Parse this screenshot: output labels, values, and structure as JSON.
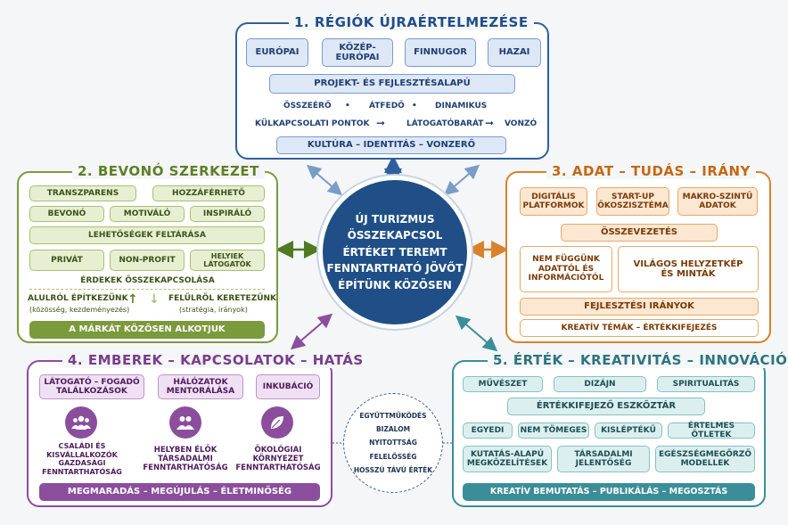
{
  "center": {
    "lines": [
      "ÚJ TURIZMUS",
      "ÖSSZEKAPCSOL",
      "ÉRTÉKET TEREMT",
      "FENNTARTHATÓ JÖVŐT",
      "ÉPÍTÜNK KÖZÖSEN"
    ]
  },
  "panel1": {
    "title": "1. RÉGIÓK ÚJRAÉRTELMEZÉSE",
    "regions": [
      "EURÓPAI",
      "KÖZÉP-\nEURÓPAI",
      "FINNUGOR",
      "HAZAI"
    ],
    "project": "PROJEKT- ÉS FEJLESZTÉSALAPÚ",
    "row1": [
      "ÖSSZEÉRŐ",
      "•",
      "ÁTFEDŐ",
      "•",
      "DINAMIKUS"
    ],
    "row2": [
      "KÜLKAPCSOLATI PONTOK",
      "LÁTOGATÓBARÁT",
      "VONZÓ"
    ],
    "culture": "KULTÚRA – IDENTITÁS – VONZERŐ"
  },
  "panel2": {
    "title": "2. BEVONÓ SZERKEZET",
    "r1": [
      "TRANSZPARENS",
      "HOZZÁFÉRHETŐ"
    ],
    "r2": [
      "BEVONÓ",
      "MOTIVÁLÓ",
      "INSPIRÁLÓ"
    ],
    "opportunities": "LEHETŐSÉGEK FELTÁRÁSA",
    "r3": [
      "PRIVÁT",
      "NON-PROFIT",
      "HELYIEK\nLÁTOGATÓK"
    ],
    "interests": "ÉRDEKEK ÖSSZEKAPCSOLÁSA",
    "bottom_up": "ALULRÓL ÉPÍTKEZÜNK",
    "bottom_up_sub": "(közösség, kezdeményezés)",
    "top_down": "FELÜLRŐL KERETEZÜNK",
    "top_down_sub": "(stratégia, irányok)",
    "brand": "A MÁRKÁT KÖZÖSEN ALKOTJUK"
  },
  "panel3": {
    "title": "3. ADAT – TUDÁS – IRÁNY",
    "r1": [
      "DIGITÁLIS\nPLATFORMOK",
      "START-UP\nÖKOSZISZTÉMA",
      "MAKRO-SZINTŰ\nADATOK"
    ],
    "comparison": "ÖSSZEVEZETÉS",
    "independent": "NEM FÜGGÜNK\nADATTÓL ÉS\nINFORMÁCIÓTÓL",
    "world": "VILÁGOS HELYZETKÉP\nÉS MINTÁK",
    "directions": "FEJLESZTÉSI IRÁNYOK",
    "creative": "KREATÍV TÉMÁK – ÉRTÉKKIFEJEZÉS"
  },
  "panel4": {
    "title": "4. EMBEREK – KAPCSOLATOK – HATÁS",
    "r1": [
      "LÁTOGATÓ – FOGADÓ\nTALÁLKOZÁSOK",
      "HÁLÓZATOK\nMENTORÁLÁSA",
      "INKUBÁCIÓ"
    ],
    "items": [
      {
        "icon": "people-group-icon",
        "label": "CSALÁDI ÉS\nKISVÁLLALKOZÓK\nGAZDASÁGI\nFENNTARTHATÓSÁG"
      },
      {
        "icon": "people-pair-icon",
        "label": "HELYBEN ÉLŐK\nTÁRSADALMI\nFENNTARTHATÓSÁG"
      },
      {
        "icon": "leaf-icon",
        "label": "ÖKOLÓGIAI\nKÖRNYEZET\nFENNTARTHATÓSÁG"
      }
    ],
    "bottom": "MEGMARADÁS – MEGÚJULÁS – ÉLETMINŐSÉG"
  },
  "values": [
    "EGYÜTTMŰKÖDÉS",
    "BIZALOM",
    "NYITOTTSÁG",
    "FELELŐSSÉG",
    "HOSSZÚ TÁVÚ ÉRTÉK"
  ],
  "panel5": {
    "title": "5. ÉRTÉK – KREATIVITÁS – INNOVÁCIÓ",
    "r1": [
      "MŰVÉSZET",
      "DIZÁJN",
      "SPIRITUALITÁS"
    ],
    "tools": "ÉRTÉKKIFEJEZŐ ESZKÖZTÁR",
    "r2": [
      "EGYEDI",
      "NEM TÖMEGES",
      "KISLÉPTÉKŰ",
      "ÉRTELMES ÖTLETEK"
    ],
    "r3": [
      "KUTATÁS-ALAPÚ\nMEGKÖZELÍTÉSEK",
      "TÁRSADALMI\nJELENTŐSÉG",
      "EGÉSZSÉGMEGŐRZŐ\nMODELLEK"
    ],
    "bottom": "KREATÍV BEMUTATÁS – PUBLIKÁLÁS – MEGOSZTÁS"
  },
  "colors": {
    "blue": "#2f5f9e",
    "green": "#7a9a3c",
    "orange": "#d9822b",
    "purple": "#8b4e9c",
    "teal": "#3b8e98",
    "center": "#1f4f86"
  }
}
